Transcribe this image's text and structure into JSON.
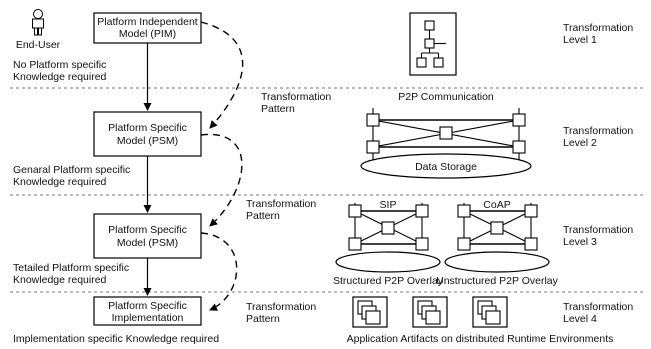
{
  "user": {
    "label": "End-User"
  },
  "models": {
    "pim": {
      "line1": "Platform Independent",
      "line2": "Model (PIM)"
    },
    "psm1": {
      "line1": "Platform Specific",
      "line2": "Model (PSM)"
    },
    "psm2": {
      "line1": "Platform Specific",
      "line2": "Model (PSM)"
    },
    "impl": {
      "line1": "Platform Specific",
      "line2": "Implementation"
    }
  },
  "knowledge": {
    "level1": {
      "line1": "No Platform specific",
      "line2": "Knowledge required"
    },
    "level2": {
      "line1": "Genaral Platform specific",
      "line2": "Knowledge required"
    },
    "level3": {
      "line1": "Tetailed Platform specific",
      "line2": "Knowledge required"
    },
    "level4": "Implementation specific Knowledge required"
  },
  "patterns": [
    {
      "line1": "Transformation",
      "line2": "Pattern"
    },
    {
      "line1": "Transformation",
      "line2": "Pattern"
    },
    {
      "line1": "Transformation",
      "line2": "Pattern"
    }
  ],
  "levels": [
    {
      "line1": "Transformation",
      "line2": "Level 1"
    },
    {
      "line1": "Transformation",
      "line2": "Level 2"
    },
    {
      "line1": "Transformation",
      "line2": "Level 3"
    },
    {
      "line1": "Transformation",
      "line2": "Level 4"
    }
  ],
  "illustrations": {
    "p2p": "P2P Communication",
    "storage": "Data Storage",
    "sip": "SIP",
    "coap": "CoAP",
    "structured": "Structured P2P Overlay",
    "unstructured": "Unstructured P2P Overlay",
    "artifacts": "Application Artifacts on distributed Runtime Environments"
  }
}
